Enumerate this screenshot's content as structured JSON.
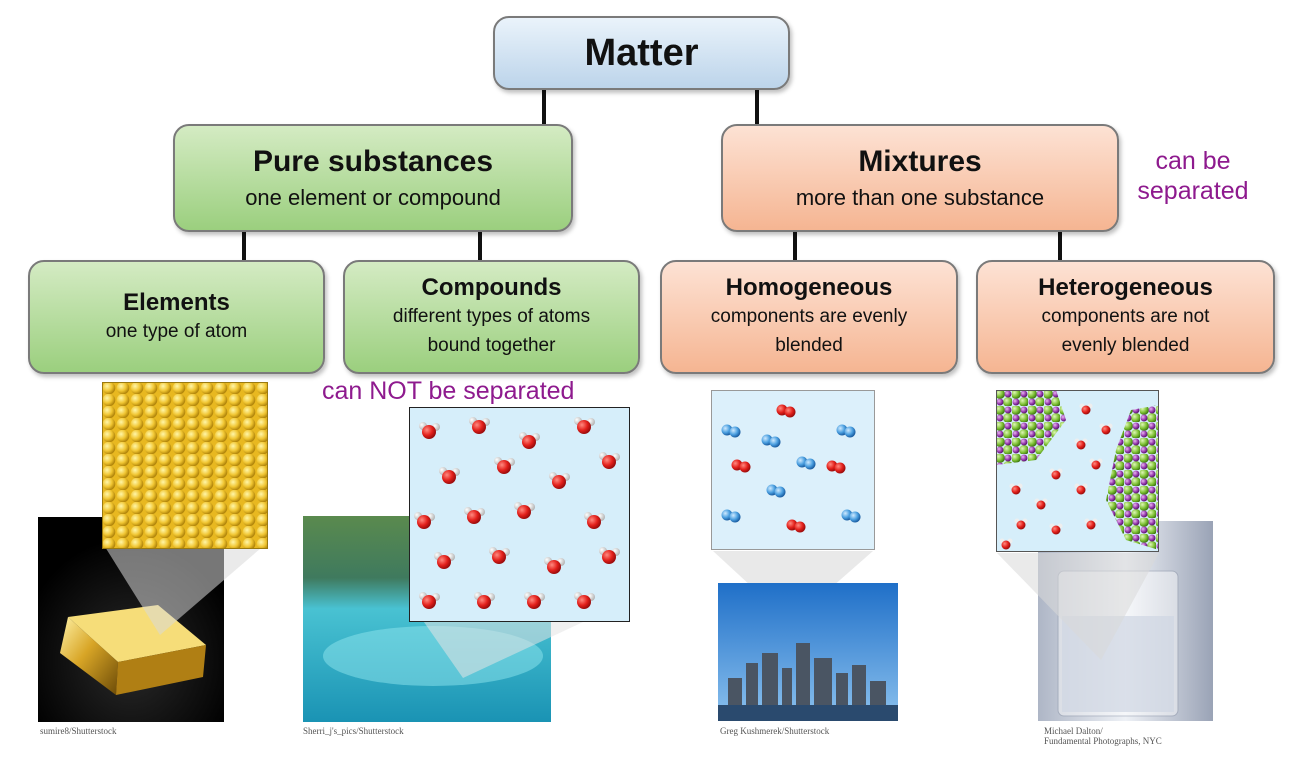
{
  "root": {
    "title": "Matter"
  },
  "pure": {
    "title": "Pure substances",
    "desc": "one element or compound"
  },
  "mixtures": {
    "title": "Mixtures",
    "desc": "more than one substance"
  },
  "elements": {
    "title": "Elements",
    "desc": "one type of atom"
  },
  "compounds": {
    "title": "Compounds",
    "desc_line1": "different types of atoms",
    "desc_line2": "bound together"
  },
  "homogeneous": {
    "title": "Homogeneous",
    "desc_line1": "components are evenly",
    "desc_line2": "blended"
  },
  "heterogeneous": {
    "title": "Heterogeneous",
    "desc_line1": "components are not",
    "desc_line2": "evenly blended"
  },
  "notes": {
    "separable_line1": "can be",
    "separable_line2": "separated",
    "not_separable": "can NOT be separated"
  },
  "credits": {
    "gold": "sumire8/Shutterstock",
    "water": "Sherri_j's_pics/Shutterstock",
    "city": "Greg Kushmerek/Shutterstock",
    "beaker_line1": "Michael Dalton/",
    "beaker_line2": "Fundamental Photographs, NYC"
  },
  "colors": {
    "note": "#8e1a8e",
    "pure_fill": "#a8d48e",
    "mixture_fill": "#f7c0a3",
    "root_fill": "#cfe0f1"
  }
}
